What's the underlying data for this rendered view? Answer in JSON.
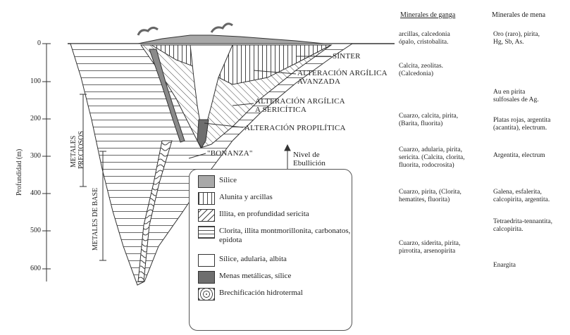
{
  "axis": {
    "ylabel": "Profundidad (m)",
    "ticks": [
      "0",
      "100",
      "200",
      "300",
      "400",
      "500",
      "600"
    ]
  },
  "zones": {
    "sinter": "SÍNTER",
    "arg_avanzada_1": "ALTERACIÓN ARGÍLICA",
    "arg_avanzada_2": "AVANZADA",
    "arg_sericitica_1": "ALTERACIÓN ARGÍLICA",
    "arg_sericitica_2": "A SERICÍTICA",
    "propilitica": "ALTERACIÓN PROPILÍTICA",
    "bonanza": "\"BONANZA\"",
    "ebullicion_1": "Nivel de",
    "ebullicion_2": "Ebullición",
    "metales_preciosos_1": "METALES",
    "metales_preciosos_2": "PRECIOSOS",
    "metales_base": "METALES DE BASE"
  },
  "columns": {
    "ganga_header": "Minerales de ganga",
    "mena_header": "Minerales de mena",
    "ganga": [
      [
        "arcillas, calcedonia",
        "ópalo, cristobalita."
      ],
      [
        "Calcita, zeolitas.",
        "(Calcedonia)"
      ],
      [
        "Cuarzo, calcita, pirita,",
        "(Barita, fluorita)"
      ],
      [
        "Cuarzo, adularia, pirita,",
        "sericita. (Calcita, clorita,",
        "fluorita, rodocrosita)"
      ],
      [
        "Cuarzo, pirita, (Clorita,",
        "hematites, fluorita)"
      ],
      [
        "Cuarzo, siderita, pirita,",
        "pirrotita, arsenopirita"
      ]
    ],
    "mena": [
      [
        "Oro (raro), pirita,",
        "Hg, Sb, As."
      ],
      [
        "Au en pirita",
        "sulfosales de Ag."
      ],
      [
        "Platas rojas, argentita",
        "(acantita), electrum."
      ],
      [
        "Argentita, electrum"
      ],
      [
        "Galena, esfalerita,",
        "calcopirita, argentita."
      ],
      [
        "Tetraedrita-tennantita,",
        "calcopirita."
      ],
      [
        "Enargita"
      ]
    ]
  },
  "legend": [
    {
      "text": "Sílice",
      "pattern": "gray"
    },
    {
      "text": "Alunita y arcillas",
      "pattern": "vlines"
    },
    {
      "text": "Illita, en profundidad sericita",
      "pattern": "diag"
    },
    {
      "text": "Clorita, illita montmorillonita, carbonatos, epidota",
      "pattern": "hlines"
    },
    {
      "text": "Sílice, adularia, albita",
      "pattern": "white"
    },
    {
      "text": "Menas metálicas, sílice",
      "pattern": "dark"
    },
    {
      "text": "Brechificación hidrotermal",
      "pattern": "breccia"
    }
  ],
  "colors": {
    "silice": "#a8a8a8",
    "menas": "#6e6e6e",
    "line": "#333333"
  }
}
